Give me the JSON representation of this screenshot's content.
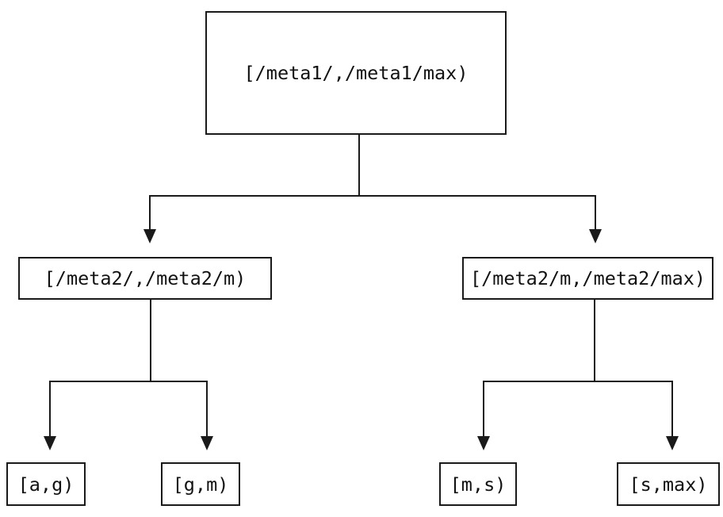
{
  "diagram": {
    "type": "tree",
    "colors": {
      "background": "#ffffff",
      "node_border": "#1a1a1a",
      "node_fill": "#ffffff",
      "text": "#111111",
      "connector": "#1a1a1a"
    },
    "root": {
      "label": "[/meta1/,/meta1/max)",
      "children": [
        {
          "label": "[/meta2/,/meta2/m)",
          "children": [
            {
              "label": "[a,g)"
            },
            {
              "label": "[g,m)"
            }
          ]
        },
        {
          "label": "[/meta2/m,/meta2/max)",
          "children": [
            {
              "label": "[m,s)"
            },
            {
              "label": "[s,max)"
            }
          ]
        }
      ]
    }
  }
}
